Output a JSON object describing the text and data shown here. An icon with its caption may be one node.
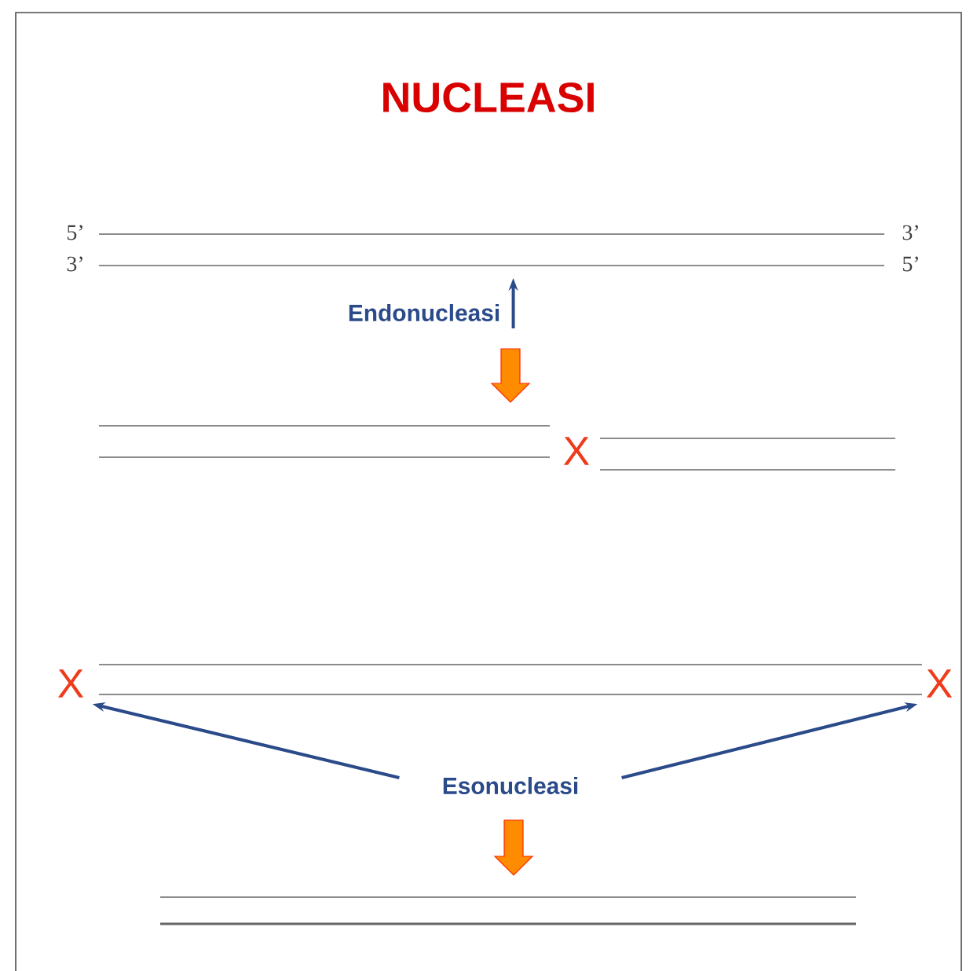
{
  "diagram": {
    "title": "NUCLEASI",
    "nodes": [
      {
        "text": [
          "Endonucleasi"
        ]
      },
      {
        "text": [
          "X"
        ]
      },
      {
        "text": [
          "X"
        ]
      },
      {
        "text": [
          "X"
        ]
      },
      {
        "text": [
          "Esonucleasi"
        ]
      }
    ],
    "edges": [
      {
        "from": 0,
        "to": null,
        "arrow": "to"
      },
      {
        "from": 4,
        "to": 2,
        "arrow": "to"
      },
      {
        "from": 4,
        "to": 3,
        "arrow": "to"
      }
    ],
    "labels": [
      "5’",
      "3’",
      "3’",
      "5’"
    ]
  }
}
